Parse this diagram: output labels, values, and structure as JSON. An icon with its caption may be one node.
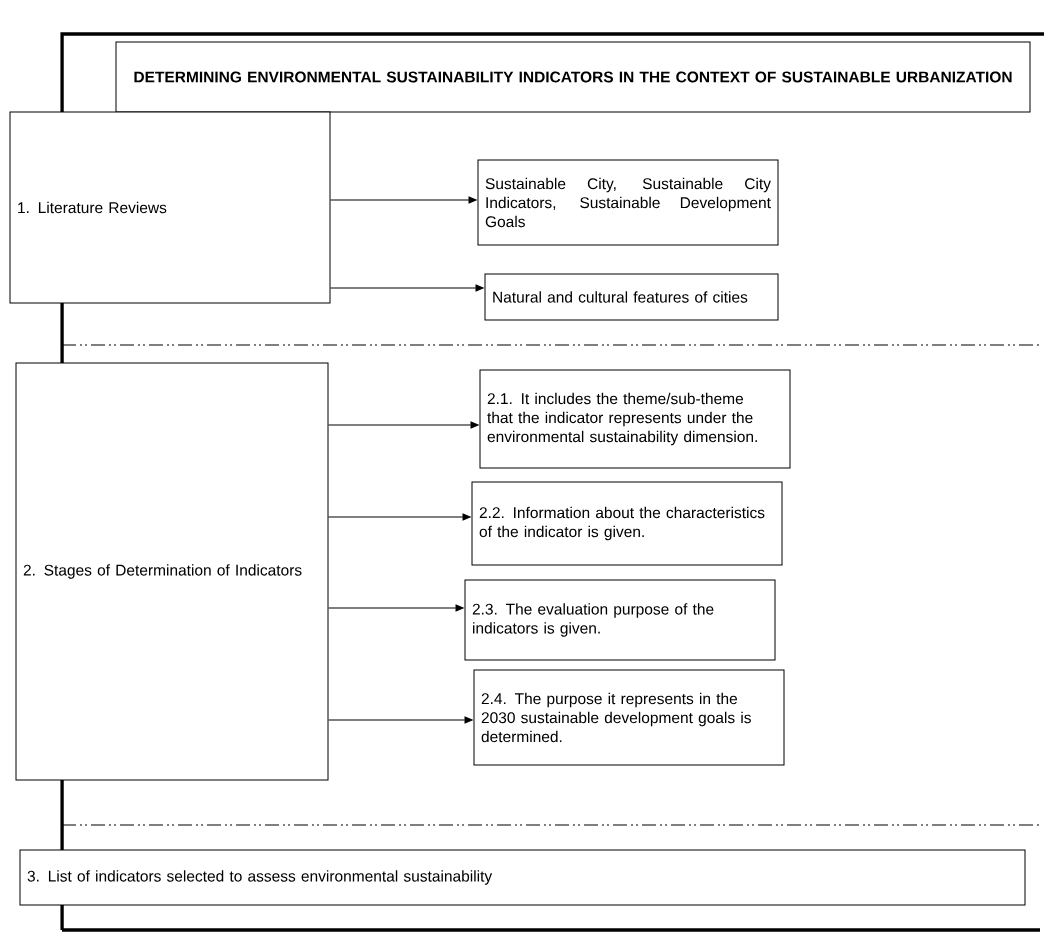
{
  "diagram": {
    "nodes": [
      {
        "text": [
          "DETERMINING ENVIRONMENTAL SUSTAINABILITY INDICATORS IN THE CONTEXT OF SUSTAINABLE URBANIZATION"
        ]
      },
      {
        "text": [
          "1. Literature Reviews"
        ]
      },
      {
        "text": [
          "Sustainable City, Sustainable City Indicators, Sustainable Development Goals"
        ]
      },
      {
        "text": [
          "Natural and cultural features of cities"
        ]
      },
      {
        "text": [
          "2. Stages of Determination of Indicators"
        ]
      },
      {
        "text": [
          "2.1. It includes the theme/sub-theme that the indicator represents under the environmental sustainability dimension."
        ]
      },
      {
        "text": [
          "2.2. Information about the characteristics of the indicator is given."
        ]
      },
      {
        "text": [
          "2.3. The evaluation purpose of the indicators is given."
        ]
      },
      {
        "text": [
          "2.4. The purpose it represents in the 2030 sustainable development goals is determined."
        ]
      },
      {
        "text": [
          "3. List of indicators selected to assess environmental sustainability"
        ]
      }
    ],
    "edges": [
      {
        "from": 1,
        "to": 2,
        "arrow": "to"
      },
      {
        "from": 1,
        "to": 3,
        "arrow": "to"
      },
      {
        "from": 4,
        "to": 5,
        "arrow": "to"
      },
      {
        "from": 4,
        "to": 6,
        "arrow": "to"
      },
      {
        "from": 4,
        "to": 7,
        "arrow": "to"
      },
      {
        "from": 4,
        "to": 8,
        "arrow": "to"
      }
    ]
  }
}
